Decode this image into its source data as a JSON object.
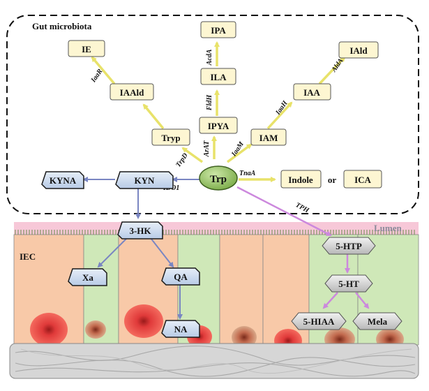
{
  "section_labels": {
    "gut_microbiota": "Gut microbiota",
    "lumen": "Lumen",
    "iec": "IEC"
  },
  "nodes": {
    "trp": "Trp",
    "ipa": "IPA",
    "ila": "ILA",
    "ipya": "IPYA",
    "ie": "IE",
    "iaald": "IAAld",
    "tryp": "Tryp",
    "iald": "IAld",
    "iaa": "IAA",
    "iam": "IAM",
    "indole": "Indole",
    "or": "or",
    "ica": "ICA",
    "kyn": "KYN",
    "kyna": "KYNA",
    "three_hk": "3-HK",
    "xa": "Xa",
    "qa": "QA",
    "na": "NA",
    "five_htp": "5-HTP",
    "five_ht": "5-HT",
    "five_hiaa": "5-HIAA",
    "mela": "Mela"
  },
  "enzymes": {
    "acdA": "AcdA",
    "fldH": "FldH",
    "arAT": "ArAT",
    "iaaR": "IaaR",
    "trpD": "TrpD",
    "aldA": "AldA",
    "iaaH": "IaaH",
    "iaaM": "IaaM",
    "tnaA": "TnaA",
    "ido1": "IDO1",
    "tph": "TPH"
  },
  "colors": {
    "yellow_box": "#fdf6d2",
    "yellow_arrow": "#e8e26a",
    "trp_fill": "#8fbf5a",
    "kyn_fill": "#ccdcf0",
    "kyn_arrow": "#7a86c2",
    "serotonin_fill": "#cfcfcf",
    "serotonin_arrow": "#cc88dd",
    "lumen_band": "#f7c8d8",
    "iec_orange": "#f8c9a8",
    "iec_green": "#cfe8b8"
  }
}
